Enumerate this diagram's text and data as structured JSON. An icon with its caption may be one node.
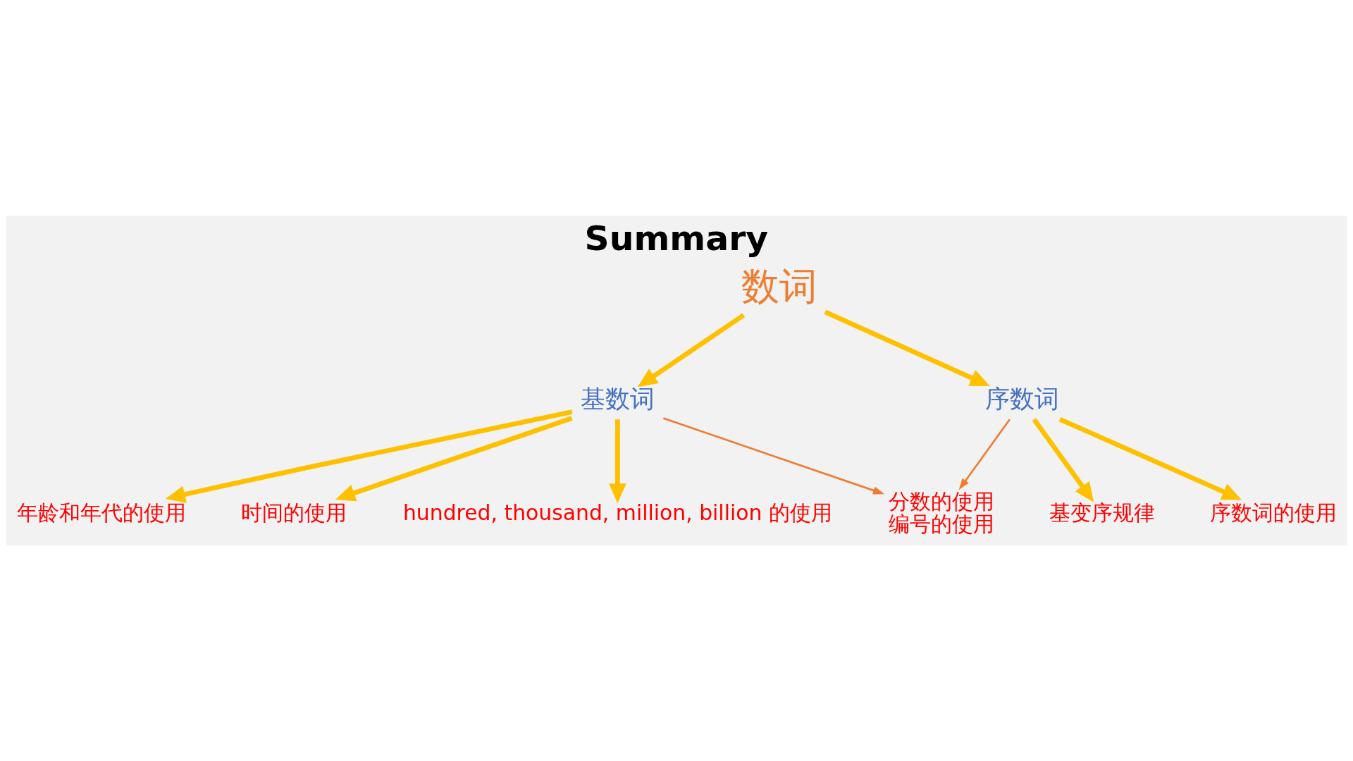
{
  "diagram": {
    "title": "Summary",
    "nodes": [
      {
        "text": [
          "数词"
        ]
      },
      {
        "text": [
          "基数词"
        ]
      },
      {
        "text": [
          "序数词"
        ]
      },
      {
        "text": [
          "年龄和年代的使用"
        ]
      },
      {
        "text": [
          "时间的使用"
        ]
      },
      {
        "text": [
          "hundred, thousand, million, billion 的使用"
        ]
      },
      {
        "text": [
          "基变序规律"
        ]
      },
      {
        "text": [
          "序数词的使用"
        ]
      },
      {
        "text": [
          "分数的使用",
          "编号的使用"
        ]
      }
    ],
    "edges": [
      {
        "from": 0,
        "to": 1,
        "arrow": "to"
      },
      {
        "from": 0,
        "to": 2,
        "arrow": "to"
      },
      {
        "from": 1,
        "to": 3,
        "arrow": "to"
      },
      {
        "from": 1,
        "to": 4,
        "arrow": "to"
      },
      {
        "from": 1,
        "to": 5,
        "arrow": "to"
      },
      {
        "from": 2,
        "to": 6,
        "arrow": "to"
      },
      {
        "from": 2,
        "to": 7,
        "arrow": "to"
      },
      {
        "from": 1,
        "to": 8,
        "arrow": "to",
        "color": "#ed7d31"
      },
      {
        "from": 2,
        "to": 8,
        "arrow": "to",
        "color": "#ed7d31"
      }
    ]
  }
}
